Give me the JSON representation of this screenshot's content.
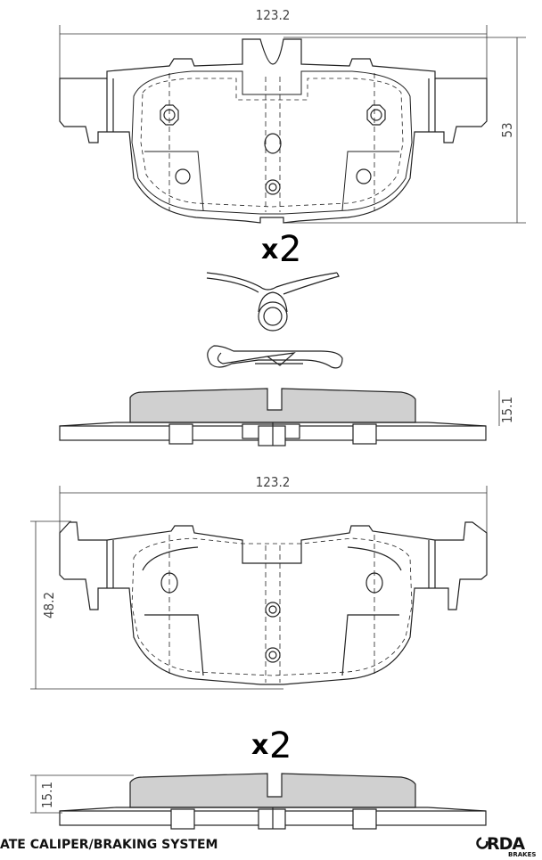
{
  "top_pad": {
    "width_label": "123.2",
    "height_label": "53"
  },
  "top_quantity": {
    "x": "x",
    "count": "2"
  },
  "top_side": {
    "thickness_label": "15.1"
  },
  "bottom_pad": {
    "width_label": "123.2",
    "height_label": "48.2"
  },
  "bottom_quantity": {
    "x": "x",
    "count": "2"
  },
  "bottom_side": {
    "thickness_label": "15.1"
  },
  "footer": {
    "caption": "ATE CALIPER/BRAKING SYSTEM"
  },
  "brand": {
    "name": "RDA",
    "sub": "BRAKES"
  }
}
